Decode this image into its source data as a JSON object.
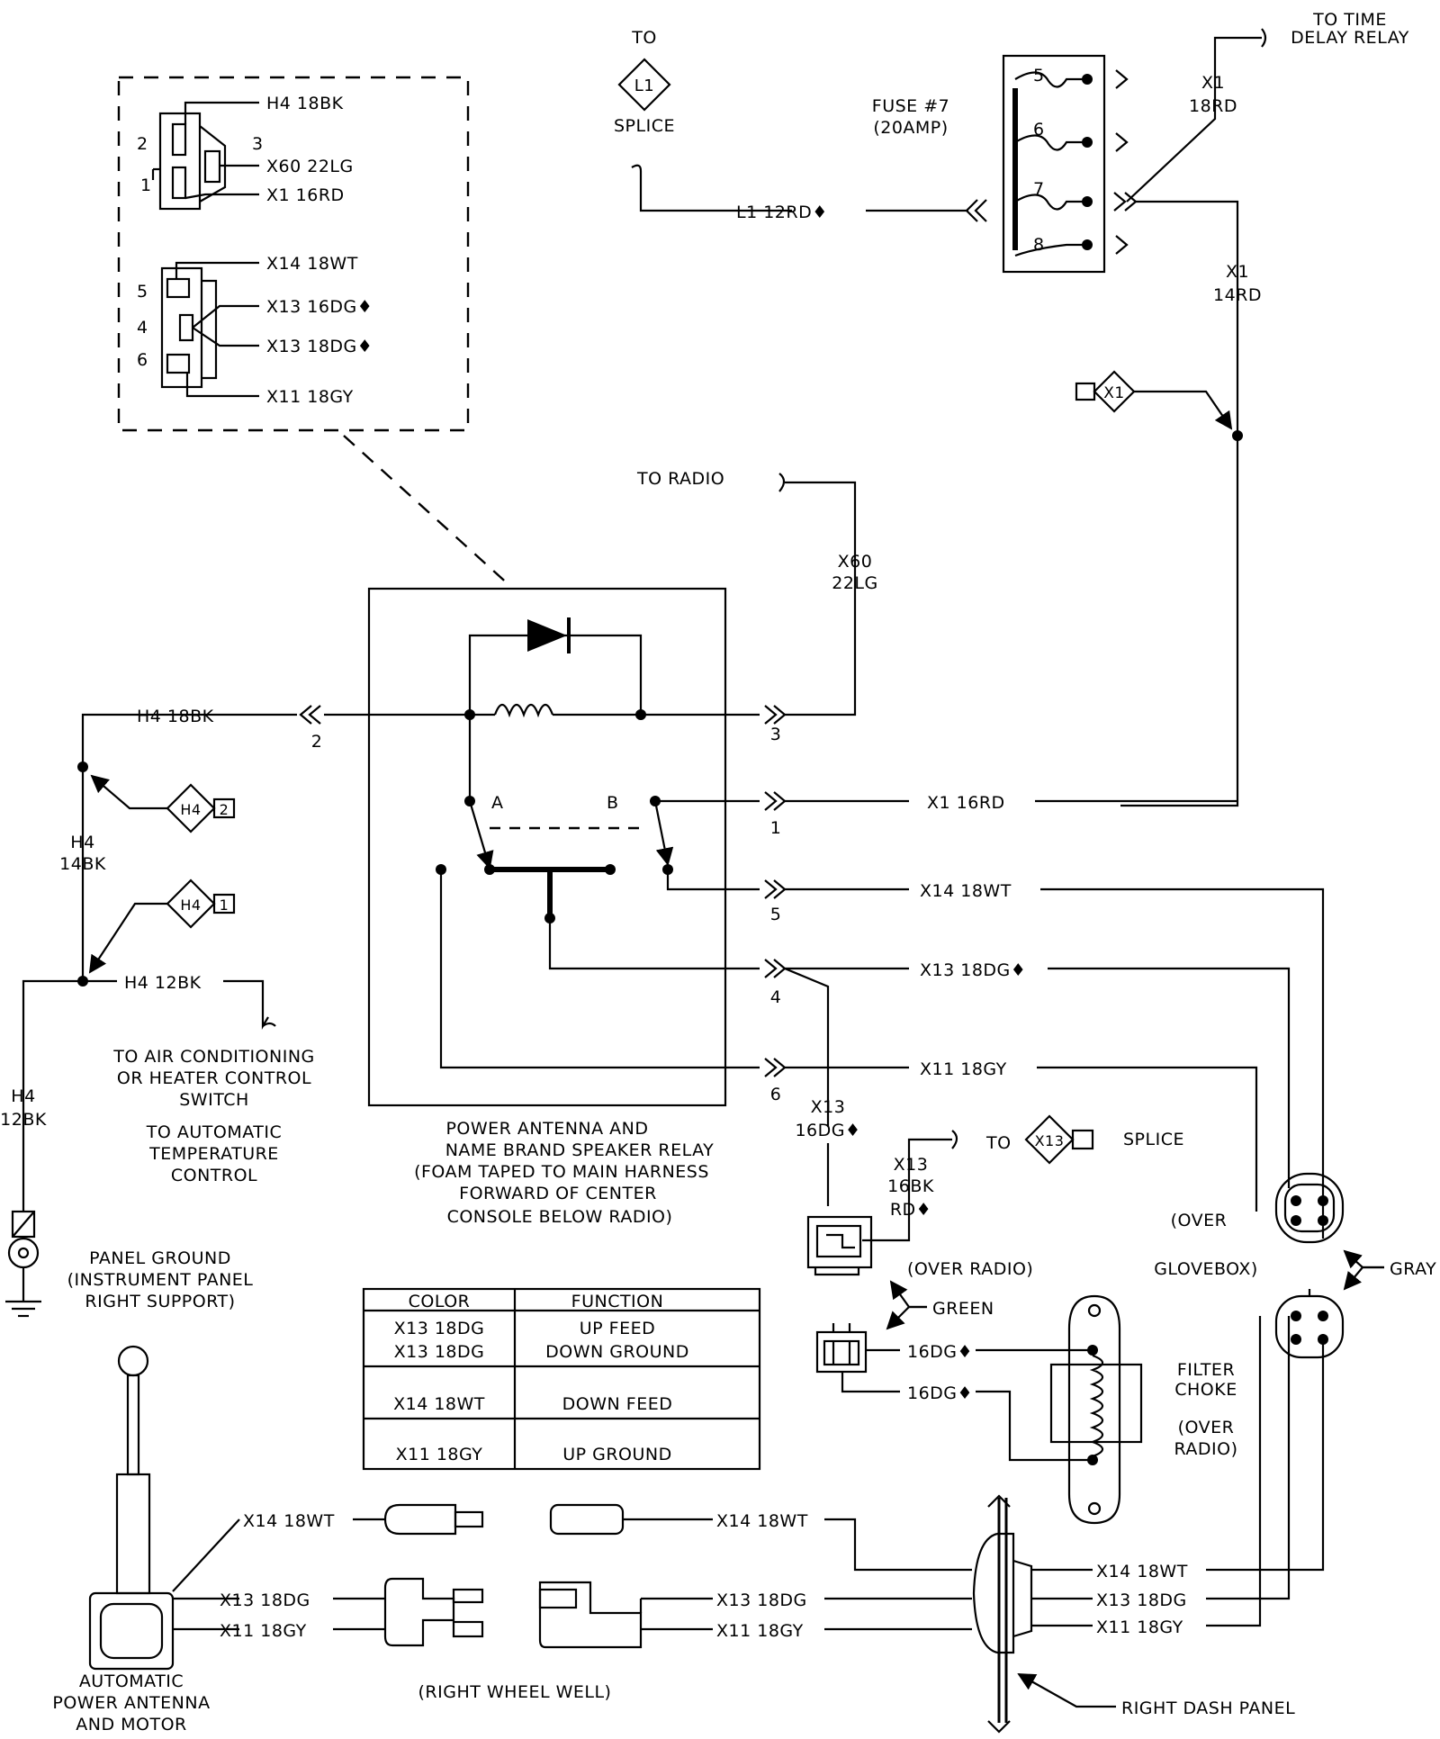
{
  "labels": {
    "to_time_delay_relay": [
      "TO TIME",
      "DELAY RELAY"
    ],
    "fuse": [
      "FUSE #7",
      "(20AMP)"
    ],
    "fuse_numbers": [
      "5",
      "6",
      "7",
      "8"
    ],
    "to_l1_splice": [
      "TO",
      "L1",
      "SPLICE"
    ],
    "l1_wire": "L1  12RD♦",
    "x1_18rd": [
      "X1",
      "18RD"
    ],
    "x1_14rd": [
      "X1",
      "14RD"
    ],
    "x1_tag": "X1",
    "inset": {
      "pins_top": [
        "2",
        "3",
        "1"
      ],
      "pins_bottom": [
        "5",
        "4",
        "6"
      ],
      "wires_top": [
        "H4  18BK",
        "X60  22LG",
        "X1  16RD"
      ],
      "wires_bottom": [
        "X14  18WT",
        "X13  16DG♦",
        "X13  18DG♦",
        "X11  18GY"
      ]
    },
    "to_radio": "TO RADIO",
    "x60_22lg": [
      "X60",
      "22LG"
    ],
    "h4_18bk": "H4  18BK",
    "relay_pins": [
      "2",
      "3",
      "1",
      "5",
      "4",
      "6"
    ],
    "relay_contacts": [
      "A",
      "B"
    ],
    "x1_16rd": "X1  16RD",
    "x14_18wt": "X14  18WT",
    "x13_18dg": "X13  18DG♦",
    "x11_18gy": "X11  18GY",
    "h4_tag": "H4",
    "h4_tag_nums": [
      "2",
      "1"
    ],
    "h4_14bk": [
      "H4",
      "14BK"
    ],
    "h4_12bk": "H4  12BK",
    "h4_12bk_v": [
      "H4",
      "12BK"
    ],
    "to_air": [
      "TO AIR CONDITIONING",
      "OR HEATER CONTROL",
      "SWITCH"
    ],
    "to_auto_temp": [
      "TO AUTOMATIC",
      "TEMPERATURE",
      "CONTROL"
    ],
    "panel_ground": [
      "PANEL GROUND",
      "(INSTRUMENT PANEL",
      "RIGHT SUPPORT)"
    ],
    "relay_caption": [
      "POWER ANTENNA AND",
      "NAME BRAND SPEAKER RELAY",
      "(FOAM TAPED TO MAIN HARNESS",
      "FORWARD OF CENTER",
      "CONSOLE BELOW RADIO)"
    ],
    "x13_16dg": [
      "X13",
      "16DG♦"
    ],
    "x13_16bk": [
      "X13",
      "16BK",
      "RD♦"
    ],
    "to_x13_splice": [
      "TO",
      "X13",
      "SPLICE"
    ],
    "over_radio": "(OVER RADIO)",
    "green": "GREEN",
    "over_glovebox": [
      "(OVER",
      "GLOVEBOX)"
    ],
    "gray": "GRAY",
    "choke_wires": [
      "16DG♦",
      "16DG♦"
    ],
    "filter_choke": [
      "FILTER",
      "CHOKE",
      "(OVER",
      "RADIO)"
    ],
    "antenna_wires": [
      "X14  18WT",
      "X13  18DG",
      "X11  18GY"
    ],
    "right_wires": [
      "X14  18WT",
      "X13  18DG",
      "X11  18GY"
    ],
    "dash_wires": [
      "X14  18WT",
      "X13  18DG",
      "X11  18GY"
    ],
    "antenna_caption": [
      "AUTOMATIC",
      "POWER ANTENNA",
      "AND MOTOR"
    ],
    "right_wheel_well": "(RIGHT WHEEL WELL)",
    "right_dash_panel": "RIGHT DASH PANEL"
  },
  "table": {
    "headers": [
      "COLOR",
      "FUNCTION"
    ],
    "rows": [
      {
        "color": [
          "X13  18DG",
          "X13  18DG"
        ],
        "function": [
          "UP FEED",
          "DOWN GROUND"
        ]
      },
      {
        "color": [
          "X14  18WT"
        ],
        "function": [
          "DOWN FEED"
        ]
      },
      {
        "color": [
          "X11  18GY"
        ],
        "function": [
          "UP GROUND"
        ]
      }
    ]
  }
}
